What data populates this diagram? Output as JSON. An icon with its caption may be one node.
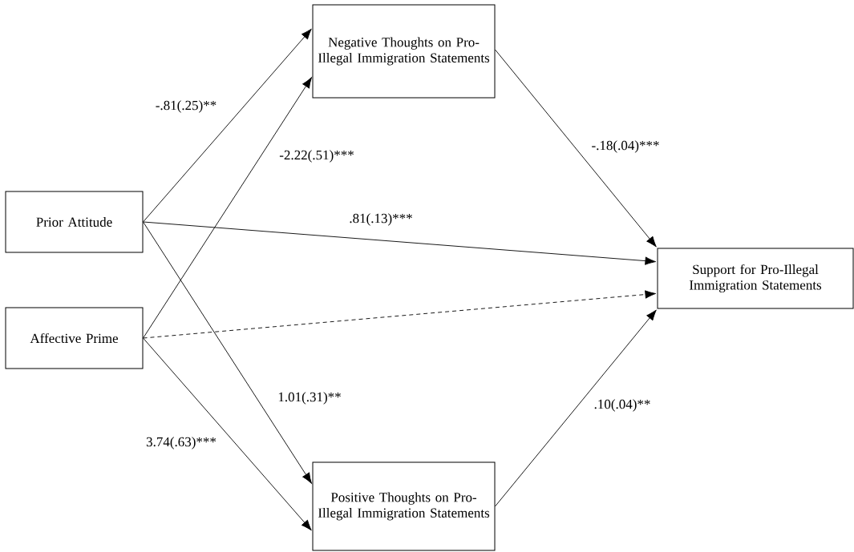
{
  "diagram": {
    "nodes": [
      {
        "text": [
          "Prior Attitude"
        ]
      },
      {
        "text": [
          "Affective Prime"
        ]
      },
      {
        "text": [
          "Negative Thoughts on Pro-Illegal Immigration Statements"
        ]
      },
      {
        "text": [
          "Support for Pro-Illegal Immigration Statements"
        ]
      },
      {
        "text": [
          "Positive Thoughts on Pro-Illegal Immigration Statements"
        ]
      }
    ],
    "edges": [
      {
        "from": 0,
        "to": 2,
        "arrow": "to",
        "label": "-.81(.25)**"
      },
      {
        "from": 1,
        "to": 2,
        "arrow": "to",
        "label": "-2.22(.51)***"
      },
      {
        "from": 0,
        "to": 3,
        "arrow": "to",
        "label": ".81(.13)***"
      },
      {
        "from": 1,
        "to": 3,
        "arrow": "to",
        "style": "dashed"
      },
      {
        "from": 0,
        "to": 4,
        "arrow": "to",
        "label": "1.01(.31)**"
      },
      {
        "from": 1,
        "to": 4,
        "arrow": "to",
        "label": "3.74(.63)***"
      },
      {
        "from": 2,
        "to": 3,
        "arrow": "to",
        "label": "-.18(.04)***"
      },
      {
        "from": 4,
        "to": 3,
        "arrow": "to",
        "label": ".10(.04)**"
      }
    ]
  }
}
